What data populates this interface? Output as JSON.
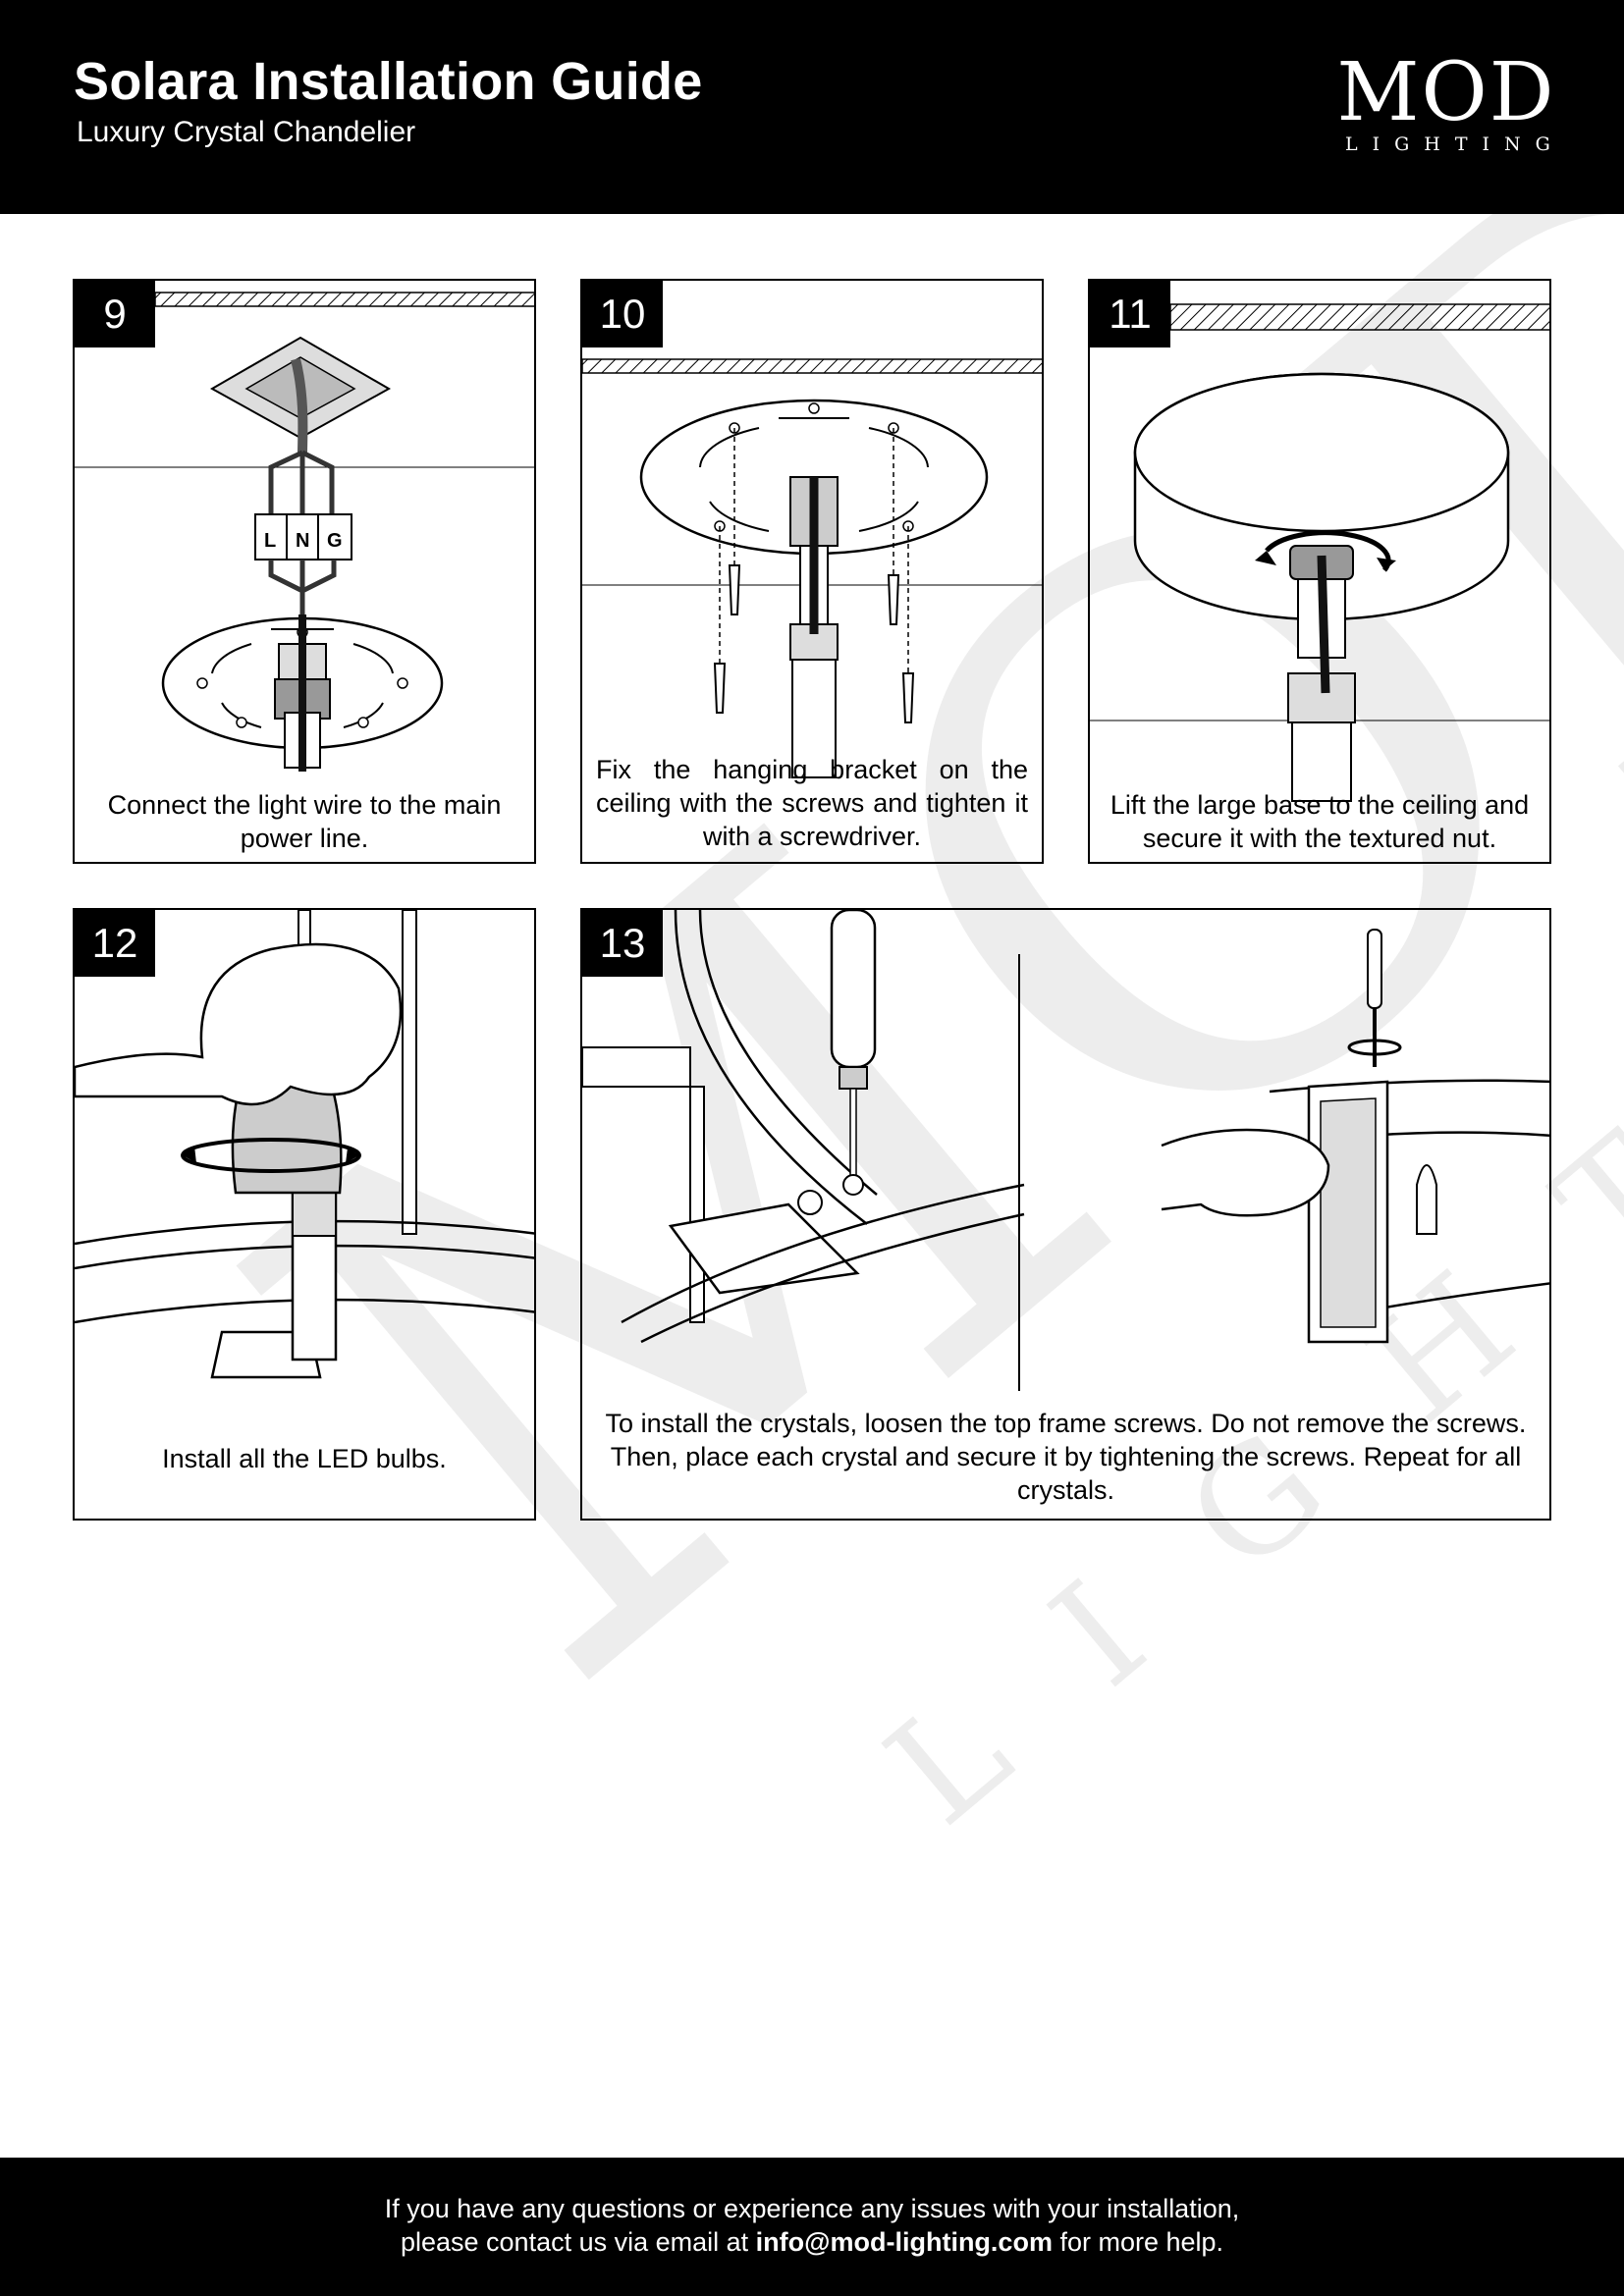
{
  "header": {
    "title": "Solara Installation Guide",
    "subtitle": "Luxury Crystal Chandelier",
    "logo_main": "MOD",
    "logo_sub": "LIGHTING"
  },
  "watermark_text": "MOD LIGHTING",
  "steps": [
    {
      "number": "9",
      "caption": "Connect the light wire to the main power line.",
      "connector_labels": [
        "L",
        "N",
        "G"
      ]
    },
    {
      "number": "10",
      "caption": "Fix the hanging bracket on the ceiling with the screws and tighten it with a screwdriver."
    },
    {
      "number": "11",
      "caption": "Lift the large base to the ceiling and secure it with the textured nut."
    },
    {
      "number": "12",
      "caption": "Install all the LED bulbs."
    },
    {
      "number": "13",
      "caption": "To install the crystals, loosen the top frame screws. Do not remove the screws. Then, place each crystal and secure it by tightening the screws. Repeat for all crystals."
    }
  ],
  "footer": {
    "line1": "If you have any questions or experience any issues with your installation,",
    "line2_pre": "please contact us via email at ",
    "email": "info@mod-lighting.com",
    "line2_post": " for more help."
  },
  "colors": {
    "header_bg": "#000000",
    "watermark": "#ececec"
  }
}
